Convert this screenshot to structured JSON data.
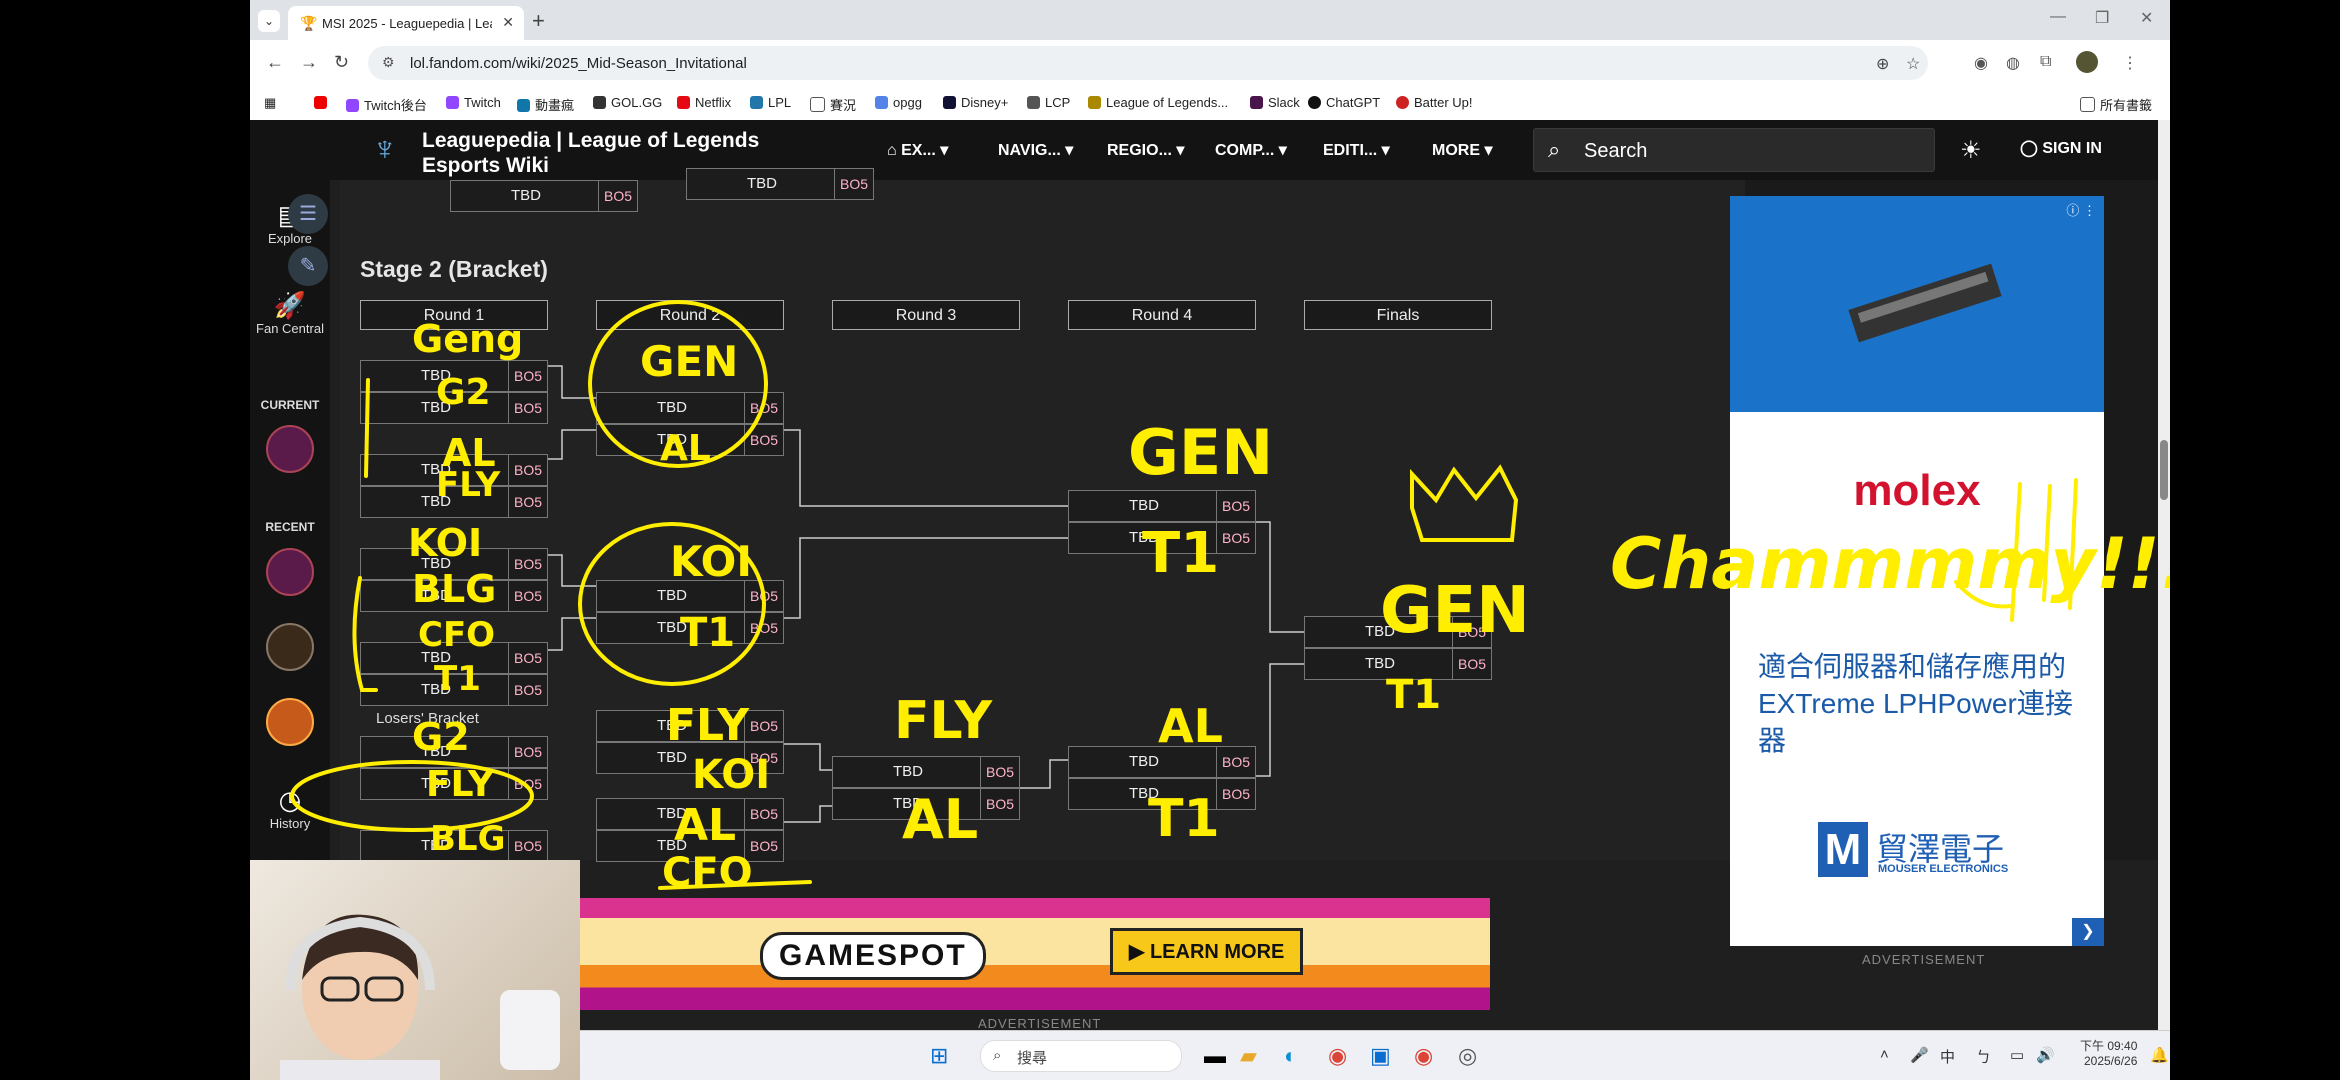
{
  "browser": {
    "tab_title": "MSI 2025 - Leaguepedia | Lea",
    "url": "lol.fandom.com/wiki/2025_Mid-Season_Invitational",
    "bookmarks": [
      "Twitch後台",
      "Twitch",
      "動畫瘋",
      "GOL.GG",
      "Netflix",
      "LPL",
      "賽況",
      "opgg",
      "Disney+",
      "LCP",
      "League of Legends...",
      "Slack",
      "ChatGPT",
      "Batter Up!"
    ],
    "all_bookmarks": "所有書籤"
  },
  "site": {
    "title": "Leaguepedia | League of Legends Esports Wiki",
    "menus": [
      "EX...",
      "NAVIG...",
      "REGIO...",
      "COMP...",
      "EDITI...",
      "MORE"
    ],
    "search_placeholder": "Search",
    "sign_in": "SIGN IN"
  },
  "sidebar": {
    "explore": "Explore",
    "fan_central": "Fan Central",
    "current": "CURRENT",
    "recent": "RECENT",
    "history": "History"
  },
  "bracket": {
    "heading": "Stage 2 (Bracket)",
    "rounds": [
      "Round 1",
      "Round 2",
      "Round 3",
      "Round 4",
      "Finals"
    ],
    "tbd": "TBD",
    "bo": "BO5",
    "losers": "Losers' Bracket"
  },
  "annotations": {
    "r1": [
      "Geng",
      "G2",
      "AL",
      "FLY",
      "KOI",
      "BLG",
      "CFO",
      "T1",
      "G2",
      "FLY",
      "BLG"
    ],
    "r2": [
      "GEN",
      "AL",
      "KOI",
      "T1",
      "FLY",
      "KOI",
      "AL",
      "CFO"
    ],
    "r3": [
      "FLY",
      "AL"
    ],
    "r4": [
      "GEN",
      "T1",
      "AL",
      "T1"
    ],
    "finals": [
      "GEN",
      "T1"
    ],
    "champion": "Chammmmy!!!"
  },
  "ads": {
    "brand": "molex",
    "copy": "適合伺服器和儲存應用的EXTreme LPHPower連接器",
    "mouser": "貿澤電子",
    "mouser_en": "MOUSER ELECTRONICS",
    "label": "ADVERTISEMENT",
    "gamespot": "GAMESPOT",
    "learn_more": "▶ LEARN MORE"
  },
  "taskbar": {
    "search": "搜尋",
    "ime": "中",
    "time": "下午 09:40",
    "date": "2025/6/26"
  }
}
